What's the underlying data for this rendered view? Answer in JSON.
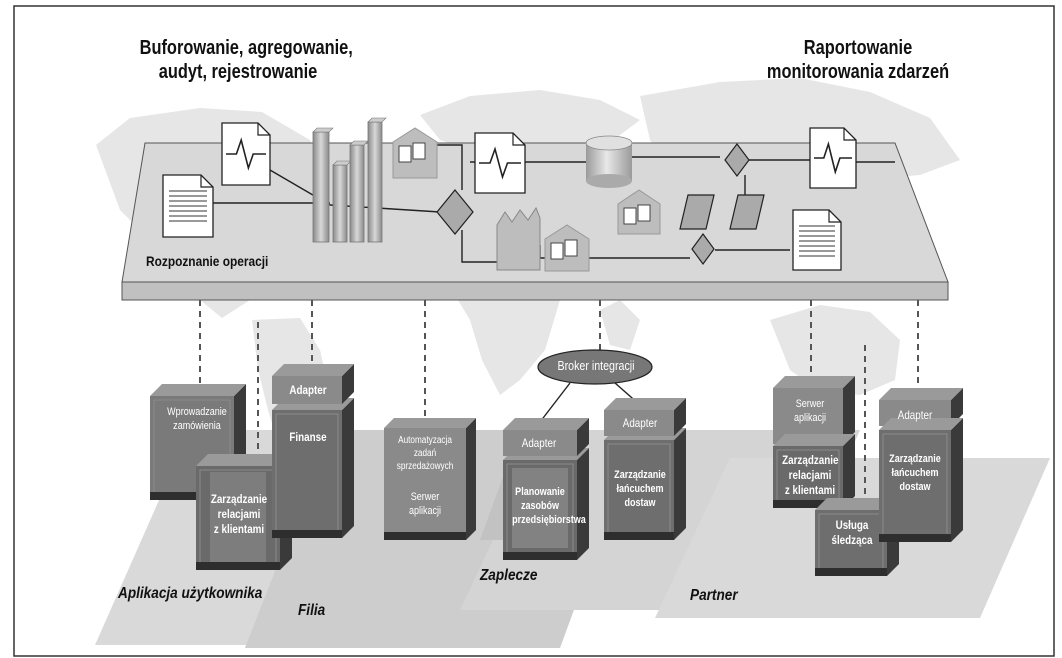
{
  "titles": {
    "left": [
      "Buforowanie, agregowanie,",
      "audyt, rejestrowanie"
    ],
    "right": [
      "Raportowanie",
      "monitorowania zdarzeń"
    ]
  },
  "platform_label": "Rozpoznanie operacji",
  "broker_label": "Broker integracji",
  "zones": {
    "user_apps": "Aplikacja użytkownika",
    "branch": "Filia",
    "back_office": "Zaplecze",
    "partner": "Partner"
  },
  "servers": {
    "order_entry": [
      "Wprowadzanie",
      "zamówienia"
    ],
    "crm_left": [
      "Zarządzanie",
      "relacjami",
      "z klientami"
    ],
    "finance_adapter": "Adapter",
    "finance": "Finanse",
    "sales_automation": [
      "Automatyzacja",
      "zadań",
      "sprzedażowych"
    ],
    "app_server_branch": [
      "Serwer",
      "aplikacji"
    ],
    "erp_adapter": "Adapter",
    "erp": [
      "Planowanie",
      "zasobów",
      "przedsiębiorstwa"
    ],
    "scm_back_adapter": "Adapter",
    "scm_back": [
      "Zarządzanie",
      "łańcuchem",
      "dostaw"
    ],
    "partner_app_server": [
      "Serwer",
      "aplikacji"
    ],
    "partner_crm": [
      "Zarządzanie",
      "relacjami",
      "z klientami"
    ],
    "tracking": [
      "Usługa",
      "śledząca"
    ],
    "partner_scm_adapter": "Adapter",
    "partner_scm": [
      "Zarządzanie",
      "łańcuchem",
      "dostaw"
    ]
  },
  "colors": {
    "platform_top": "#d9d9d9",
    "platform_edge": "#c6c6c6",
    "server_face": "#6e6e6e",
    "server_dark": "#3a3a3a",
    "server_top": "#9a9a9a",
    "zone_floor": "#d4d4d4",
    "map": "#e4e4e4"
  }
}
